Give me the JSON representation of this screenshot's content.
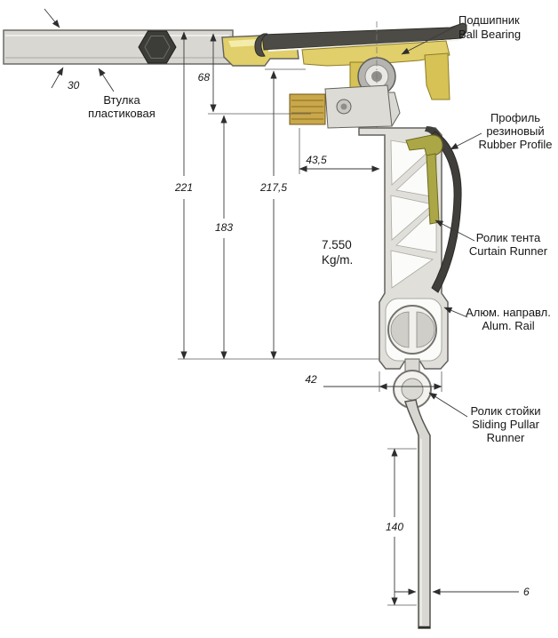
{
  "colors": {
    "metal_fill": "#d9d7d1",
    "dark_part": "#4c4b46",
    "gold_light": "#e0cf6a",
    "gold": "#d6c255",
    "tan_block": "#c9a84b",
    "profile_fill": "#e0dfda",
    "rubber": "#413f3b",
    "runner": "#aba746"
  },
  "callouts": {
    "bearing": {
      "line1": "Подшипник",
      "line2": "Ball Bearing"
    },
    "bushing": {
      "line1": "Втулка",
      "line2": "пластиковая"
    },
    "rubber_profile": {
      "line1": "Профиль",
      "line2": "резиновый",
      "line3": "Rubber Profile"
    },
    "curtain_runner": {
      "line1": "Ролик тента",
      "line2": "Curtain Runner"
    },
    "alum_rail": {
      "line1": "Алюм. направл.",
      "line2": "Alum. Rail"
    },
    "pillar_runner": {
      "line1": "Ролик стойки",
      "line2": "Sliding Pullar",
      "line3": "Runner"
    }
  },
  "dimensions": {
    "beam_thickness": "30",
    "bearing_offset": "68",
    "overall_height": "221",
    "mid_height": "217,5",
    "lower_height": "183",
    "top_width": "43,5",
    "rail_width": "42",
    "pillar_length": "140",
    "pillar_thickness": "6"
  },
  "weight": {
    "value": "7.550",
    "unit": "Kg/m."
  }
}
